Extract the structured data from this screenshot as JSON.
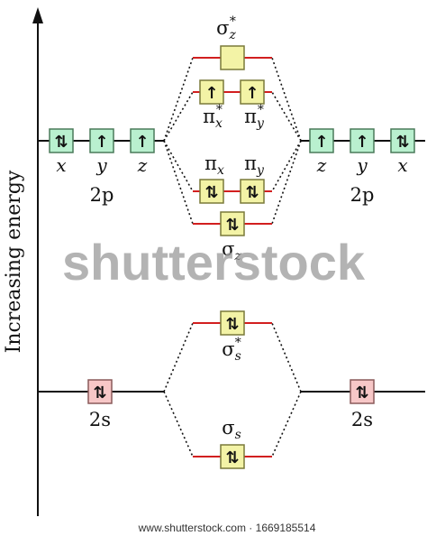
{
  "axis": {
    "label": "Increasing energy"
  },
  "colors": {
    "atomic_p_fill": "#b9f0cf",
    "atomic_p_stroke": "#4a7a5a",
    "atomic_s_fill": "#f7c7c7",
    "atomic_s_stroke": "#8a5a5a",
    "molecular_fill": "#f3f3a6",
    "molecular_stroke": "#7a7a3a",
    "bond_line": "#d21f1f",
    "level_line": "#111111"
  },
  "left_atom": {
    "p_orbitals": [
      {
        "name": "x",
        "electrons": "⇅"
      },
      {
        "name": "y",
        "electrons": "↑"
      },
      {
        "name": "z",
        "electrons": "↑"
      }
    ],
    "p_label": "2p",
    "s_orbital": {
      "electrons": "⇅"
    },
    "s_label": "2s"
  },
  "right_atom": {
    "p_orbitals": [
      {
        "name": "z",
        "electrons": "↑"
      },
      {
        "name": "y",
        "electrons": "↑"
      },
      {
        "name": "x",
        "electrons": "⇅"
      }
    ],
    "p_label": "2p",
    "s_orbital": {
      "electrons": "⇅"
    },
    "s_label": "2s"
  },
  "molecular_orbitals": {
    "sigma_z_star": {
      "symbol": "σ",
      "sub": "z",
      "sup": "*",
      "electrons": ""
    },
    "pi_x_star": {
      "symbol": "π",
      "sub": "x",
      "sup": "*",
      "electrons": "↑"
    },
    "pi_y_star": {
      "symbol": "π",
      "sub": "y",
      "sup": "*",
      "electrons": "↑"
    },
    "pi_x": {
      "symbol": "π",
      "sub": "x",
      "sup": "",
      "electrons": "⇅"
    },
    "pi_y": {
      "symbol": "π",
      "sub": "y",
      "sup": "",
      "electrons": "⇅"
    },
    "sigma_z": {
      "symbol": "σ",
      "sub": "z",
      "sup": "",
      "electrons": "⇅"
    },
    "sigma_s_star": {
      "symbol": "σ",
      "sub": "s",
      "sup": "*",
      "electrons": "⇅"
    },
    "sigma_s": {
      "symbol": "σ",
      "sub": "s",
      "sup": "",
      "electrons": "⇅"
    }
  },
  "watermark": {
    "text": "shutterstock"
  },
  "footer": {
    "text": "www.shutterstock.com · 1669185514"
  }
}
